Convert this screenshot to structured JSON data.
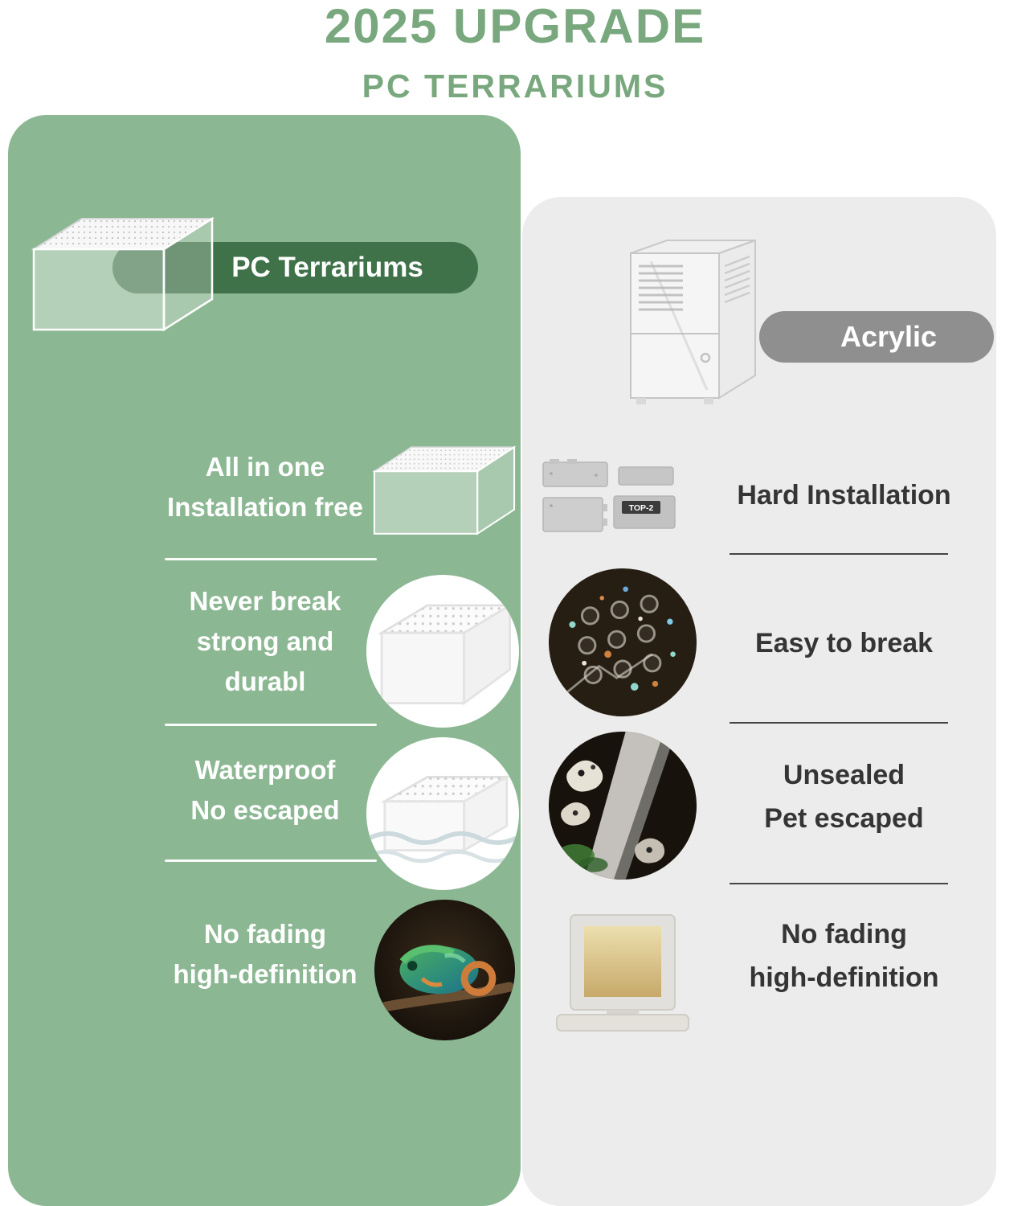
{
  "header": {
    "title": "2025 UPGRADE",
    "subtitle": "PC TERRARIUMS"
  },
  "left_panel": {
    "label": "PC Terrariums",
    "rows": [
      {
        "lines": [
          "All in one",
          "Installation free"
        ]
      },
      {
        "lines": [
          "Never break",
          "strong and",
          "durabl"
        ]
      },
      {
        "lines": [
          "Waterproof",
          "No escaped"
        ]
      },
      {
        "lines": [
          "No fading",
          "high-definition"
        ]
      }
    ]
  },
  "right_panel": {
    "label": "Acrylic",
    "rows": [
      {
        "lines": [
          "Hard Installation"
        ]
      },
      {
        "lines": [
          "Easy to break"
        ]
      },
      {
        "lines": [
          "Unsealed",
          "Pet escaped"
        ]
      },
      {
        "lines": [
          "No fading",
          "high-definition"
        ]
      }
    ]
  },
  "images": {
    "acrylic_panel_label": "TOP-2",
    "pc_hero": "pc-terrarium-photo",
    "acrylic_hero": "acrylic-terrarium-photo",
    "left_row_icons": [
      "assembled-terrarium-photo",
      "terrarium-corner-closeup-photo",
      "terrarium-in-water-photo",
      "chameleon-photo"
    ],
    "right_row_icons": [
      "flat-acrylic-panels-photo",
      "broken-acrylic-closeup-photo",
      "unsealed-gap-closeup-photo",
      "yellowed-acrylic-frame-photo"
    ]
  },
  "colors": {
    "title_green": "#79a87e",
    "panel_green": "#8cb793",
    "pill_dark_green": "#3f7249",
    "pill_gray": "#8f8f8f",
    "panel_gray": "#ececec",
    "text_dark": "#353535"
  }
}
